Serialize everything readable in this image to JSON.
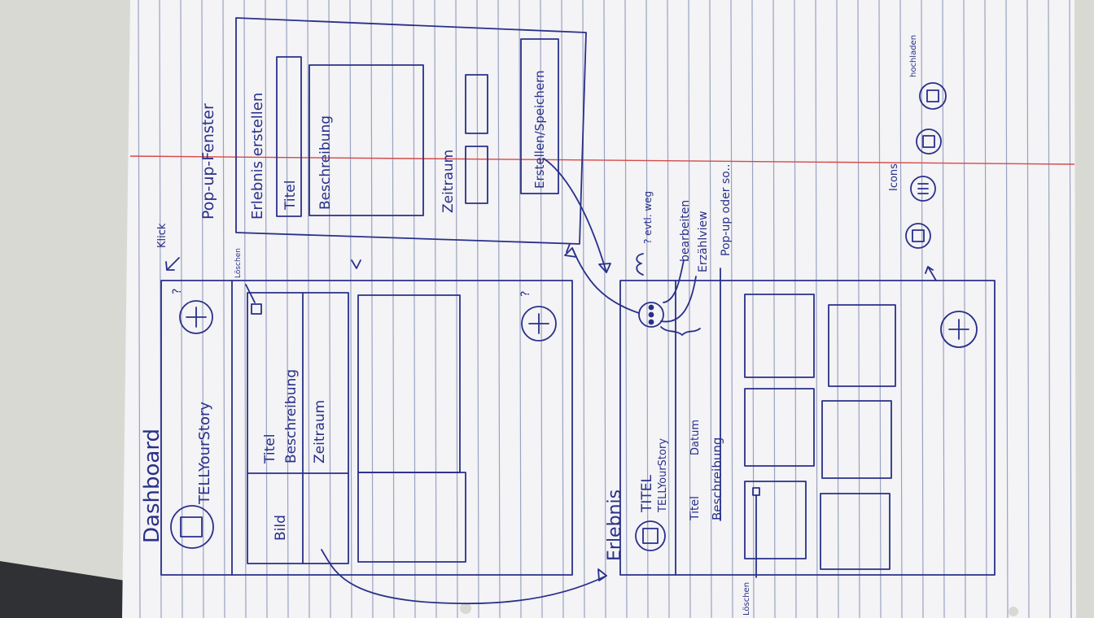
{
  "photo": {
    "desk_color": "#d9d9d4",
    "paper_color": "#f4f3f5",
    "ink_color": "#28308a",
    "rule_color": "#9aa2c2",
    "margin_color": "#d44a4a"
  },
  "dashboard": {
    "heading": "Dashboard",
    "app_name": "TELLYourStory",
    "add_note": "?",
    "click_note": "Klick",
    "card": {
      "image_label": "Bild",
      "title_label": "Titel",
      "description_label": "Beschreibung",
      "period_label": "Zeitraum",
      "delete_note": "Löschen"
    }
  },
  "popup": {
    "heading": "Pop-up-Fenster",
    "title": "Erlebnis erstellen",
    "field_title": "Titel",
    "field_description": "Beschreibung",
    "field_period": "Zeitraum",
    "submit": "Erstellen/Speichern"
  },
  "erlebnis": {
    "heading": "Erlebnis",
    "title": "TITEL",
    "subtitle": "TELLYourStory",
    "row_title": "Titel",
    "row_date": "Datum",
    "row_description": "Beschreibung",
    "note_maybe": "? evtl. weg",
    "note_edit": "bearbeiten",
    "note_view": "Erzählview",
    "note_popup": "Pop-up oder so..",
    "icons_label": "Icons",
    "upload_label": "hochladen",
    "delete_note": "Löschen"
  }
}
